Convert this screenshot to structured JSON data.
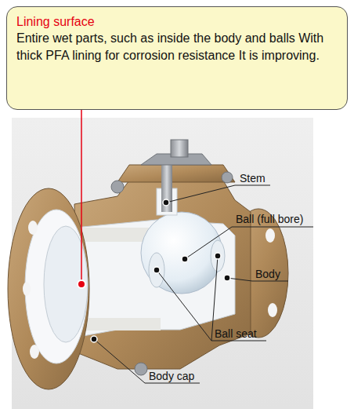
{
  "diagram": {
    "nodes": [
      {
        "text": [
          "Lining surface",
          "Entire wet parts, such as inside the body and balls With thick PFA lining for corrosion resistance It is improving."
        ]
      }
    ],
    "labels": [
      "Stem",
      "Ball (full bore)",
      "Body",
      "Ball seat",
      "Body cap"
    ]
  }
}
